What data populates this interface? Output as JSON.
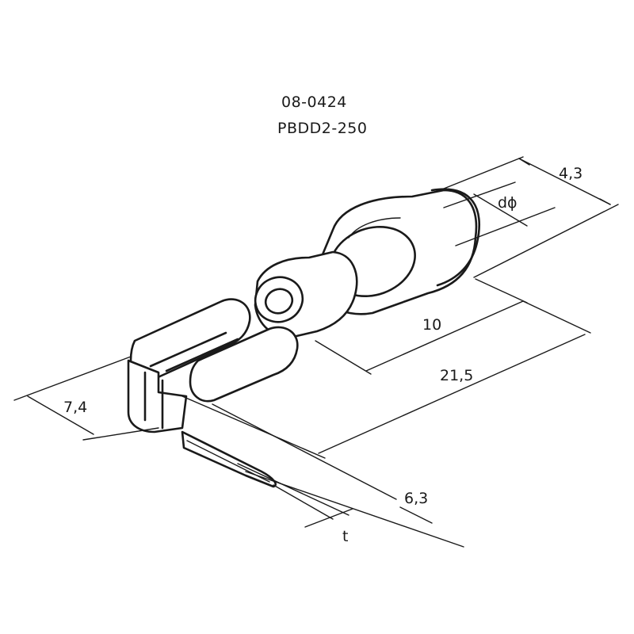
{
  "title": {
    "code": "08-0424",
    "model": "PBDD2-250"
  },
  "dimensions": {
    "insulation_width": "4,3",
    "wire_diameter": "dϕ",
    "sleeve_length": "10",
    "total_length": "21,5",
    "height": "7,4",
    "tab_width": "6,3",
    "thickness": "t"
  },
  "colors": {
    "line": "#1a1a1a",
    "background": "#ffffff"
  }
}
